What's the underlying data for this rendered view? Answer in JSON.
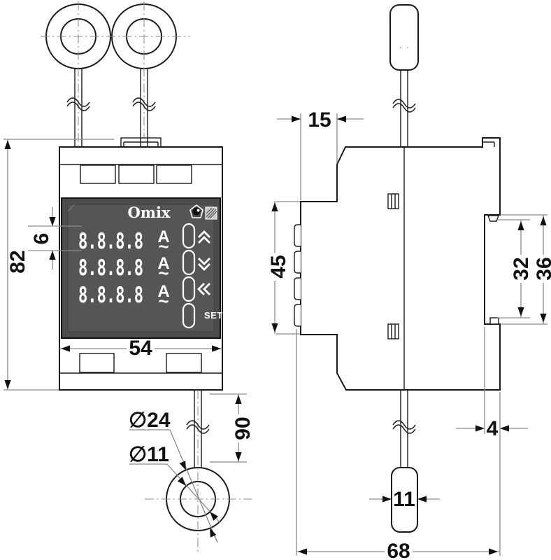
{
  "front_view": {
    "device": {
      "brand": "Omix",
      "display_rows": [
        {
          "digits": "8.8.8.8",
          "unit": "A",
          "waveform": "~"
        },
        {
          "digits": "8.8.8.8",
          "unit": "A",
          "waveform": "~"
        },
        {
          "digits": "8.8.8.8",
          "unit": "A",
          "waveform": "~"
        }
      ],
      "buttons": [
        {
          "id": "up",
          "icon": "chevron-double-up-icon",
          "label": ""
        },
        {
          "id": "down",
          "icon": "chevron-double-down-icon",
          "label": ""
        },
        {
          "id": "back",
          "icon": "chevron-double-left-icon",
          "label": ""
        },
        {
          "id": "set",
          "icon": "",
          "label": "SET"
        }
      ],
      "panel_icons": [
        "eye-mark-icon",
        "certification-mark-icon"
      ],
      "colors": {
        "panel": "#4c4c4c",
        "panel_inner": "#555555",
        "panel_text": "#ffffff"
      }
    },
    "dimensions": {
      "overall_height": "82",
      "display_row_height": "6",
      "body_width": "54",
      "sensor_outer_diameter": "∅24",
      "sensor_inner_diameter": "∅11",
      "lead_length": "90"
    }
  },
  "side_view": {
    "dimensions": {
      "front_depth": "15",
      "front_section_height": "45",
      "din_rail_inner_height": "32",
      "din_rail_outer_height": "36",
      "rail_recess_depth": "4",
      "probe_width": "11",
      "overall_depth": "68"
    }
  },
  "line_colors": {
    "object": "#1a1a1a",
    "dimension": "#8a8a8a"
  }
}
